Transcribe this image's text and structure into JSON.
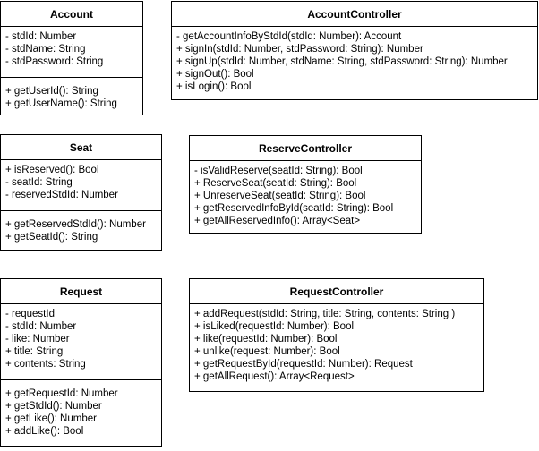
{
  "classes": {
    "account": {
      "name": "Account",
      "attributes": [
        "- stdId: Number",
        "- stdName: String",
        "- stdPassword: String"
      ],
      "methods": [
        "+ getUserId(): String",
        "+ getUserName(): String"
      ]
    },
    "account_controller": {
      "name": "AccountController",
      "methods": [
        "- getAccountInfoByStdId(stdId: Number):  Account",
        "+ signIn(stdId: Number, stdPassword: String): Number",
        "+ signUp(stdId: Number, stdName: String, stdPassword: String): Number",
        "+ signOut(): Bool",
        "+ isLogin(): Bool"
      ]
    },
    "seat": {
      "name": "Seat",
      "attributes": [
        "+ isReserved(): Bool",
        "- seatId: String",
        "- reservedStdId: Number"
      ],
      "methods": [
        "+ getReservedStdId(): Number",
        "+ getSeatId(): String"
      ]
    },
    "reserve_controller": {
      "name": "ReserveController",
      "methods": [
        "- isValidReserve(seatId: String): Bool",
        "+ ReserveSeat(seatId: String): Bool",
        "+ UnreserveSeat(seatId: String): Bool",
        "+ getReservedInfoById(seatId: String): Bool",
        "+ getAllReservedInfo(): Array<Seat>"
      ]
    },
    "request": {
      "name": "Request",
      "attributes": [
        "- requestId",
        "- stdId: Number",
        "- like: Number",
        "+ title: String",
        "+ contents: String"
      ],
      "methods": [
        "+ getRequestId: Number",
        "+ getStdId(): Number",
        "+ getLike(): Number",
        "+ addLike(): Bool"
      ]
    },
    "request_controller": {
      "name": "RequestController",
      "methods": [
        "+ addRequest(stdId: String, title: String, contents: String )",
        "+ isLiked(requestId: Number): Bool",
        "+ like(requestId: Number): Bool",
        "+ unlike(request: Number): Bool",
        "+ getRequestById(requestId: Number): Request",
        "+ getAllRequest(): Array<Request>"
      ]
    }
  }
}
